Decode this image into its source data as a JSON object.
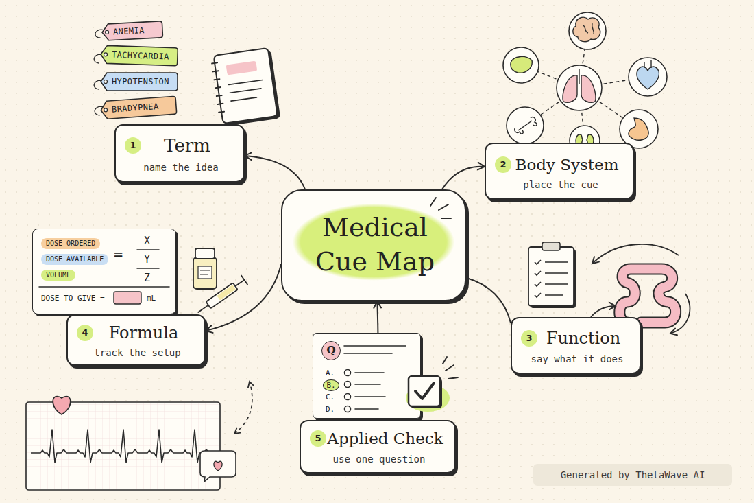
{
  "diagram": {
    "nodes": [
      {
        "text": [
          "Medical Cue Map"
        ]
      },
      {
        "text": [
          "1",
          "Term",
          "name the idea"
        ]
      },
      {
        "text": [
          "2",
          "Body System",
          "place the cue"
        ]
      },
      {
        "text": [
          "3",
          "Function",
          "say what it does"
        ]
      },
      {
        "text": [
          "4",
          "Formula",
          "track the setup"
        ]
      },
      {
        "text": [
          "5",
          "Applied Check",
          "use one question"
        ]
      },
      {
        "text": [
          "ANEMIA"
        ]
      },
      {
        "text": [
          "TACHYCARDIA"
        ]
      },
      {
        "text": [
          "HYPOTENSION"
        ]
      },
      {
        "text": [
          "BRADYPNEA"
        ]
      },
      {
        "text": [
          "DOSE ORDERED",
          "DOSE AVAILABLE",
          "VOLUME",
          "=",
          "X",
          "Y",
          "Z",
          "DOSE TO GIVE =",
          "mL"
        ]
      },
      {
        "text": [
          "Q",
          "A.",
          "B.",
          "C.",
          "D."
        ]
      }
    ],
    "edges": [
      {
        "from": 0,
        "to": 1,
        "arrow": "to"
      },
      {
        "from": 0,
        "to": 2,
        "arrow": "to"
      },
      {
        "from": 0,
        "to": 3,
        "arrow": "none"
      },
      {
        "from": 0,
        "to": 4,
        "arrow": "to"
      },
      {
        "from": 5,
        "to": 0,
        "arrow": "to"
      }
    ],
    "labels": [
      "Generated by ThetaWave AI"
    ]
  }
}
